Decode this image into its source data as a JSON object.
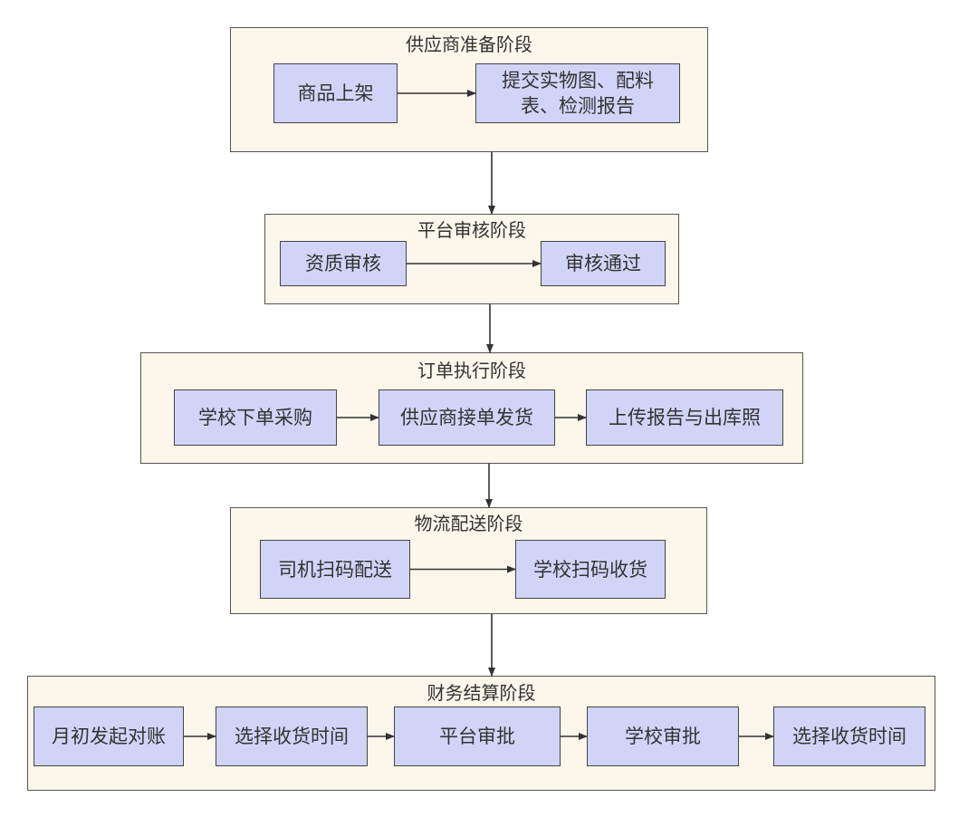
{
  "diagram": {
    "type": "flowchart",
    "direction": "top-to-bottom",
    "colors": {
      "group_fill": "#FBF7EA",
      "node_fill": "#D2D4F7",
      "stroke": "#444444"
    },
    "groups": [
      {
        "id": "g1",
        "title": "供应商准备阶段",
        "nodes": [
          {
            "id": "n1",
            "label": "商品上架"
          },
          {
            "id": "n2",
            "label": "提交实物图、配料表、检测报告"
          }
        ]
      },
      {
        "id": "g2",
        "title": "平台审核阶段",
        "nodes": [
          {
            "id": "n3",
            "label": "资质审核"
          },
          {
            "id": "n4",
            "label": "审核通过"
          }
        ]
      },
      {
        "id": "g3",
        "title": "订单执行阶段",
        "nodes": [
          {
            "id": "n5",
            "label": "学校下单采购"
          },
          {
            "id": "n6",
            "label": "供应商接单发货"
          },
          {
            "id": "n7",
            "label": "上传报告与出库照"
          }
        ]
      },
      {
        "id": "g4",
        "title": "物流配送阶段",
        "nodes": [
          {
            "id": "n8",
            "label": "司机扫码配送"
          },
          {
            "id": "n9",
            "label": "学校扫码收货"
          }
        ]
      },
      {
        "id": "g5",
        "title": "财务结算阶段",
        "nodes": [
          {
            "id": "n10",
            "label": "月初发起对账"
          },
          {
            "id": "n11",
            "label": "选择收货时间"
          },
          {
            "id": "n12",
            "label": "平台审批"
          },
          {
            "id": "n13",
            "label": "学校审批"
          },
          {
            "id": "n14",
            "label": "选择收货时间"
          }
        ]
      }
    ],
    "edges": [
      {
        "from": "n1",
        "to": "n2"
      },
      {
        "from": "g1",
        "to": "g2"
      },
      {
        "from": "n3",
        "to": "n4"
      },
      {
        "from": "g2",
        "to": "g3"
      },
      {
        "from": "n5",
        "to": "n6"
      },
      {
        "from": "n6",
        "to": "n7"
      },
      {
        "from": "g3",
        "to": "g4"
      },
      {
        "from": "n8",
        "to": "n9"
      },
      {
        "from": "g4",
        "to": "g5"
      },
      {
        "from": "n10",
        "to": "n11"
      },
      {
        "from": "n11",
        "to": "n12"
      },
      {
        "from": "n12",
        "to": "n13"
      },
      {
        "from": "n13",
        "to": "n14"
      }
    ]
  }
}
